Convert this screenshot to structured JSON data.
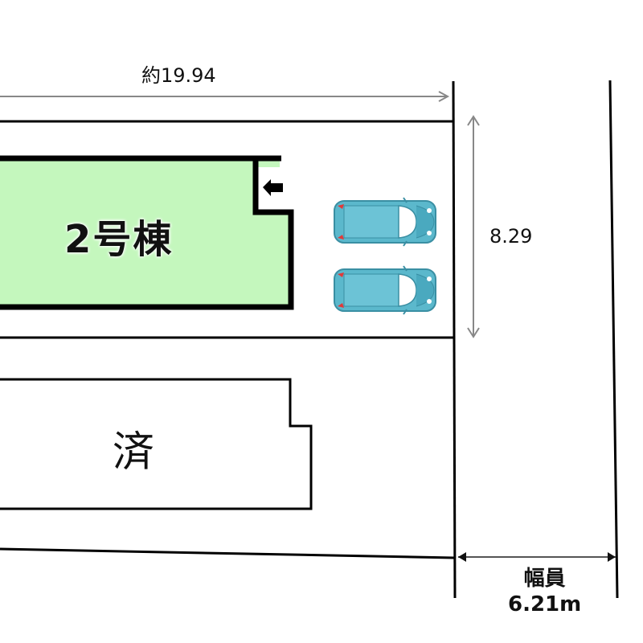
{
  "dimensions": {
    "frontage_width": "約19.94",
    "lot_depth": "8.29"
  },
  "buildings": [
    {
      "label": "2号棟",
      "fill": "#c4f7bd",
      "status": "plan"
    },
    {
      "label": "済",
      "fill": "#ffffff",
      "status": "sold"
    }
  ],
  "entrance_marker": "entrance-arrow",
  "parking": {
    "car_count": 2,
    "car_color": "#5bb8cc",
    "tail_light_color": "#e03a3a"
  },
  "road": {
    "label": "幅員",
    "width": "6.21m"
  },
  "colors": {
    "lot_line": "#000000",
    "dimension_line": "#888888",
    "building_fill": "#c4f7bd"
  }
}
